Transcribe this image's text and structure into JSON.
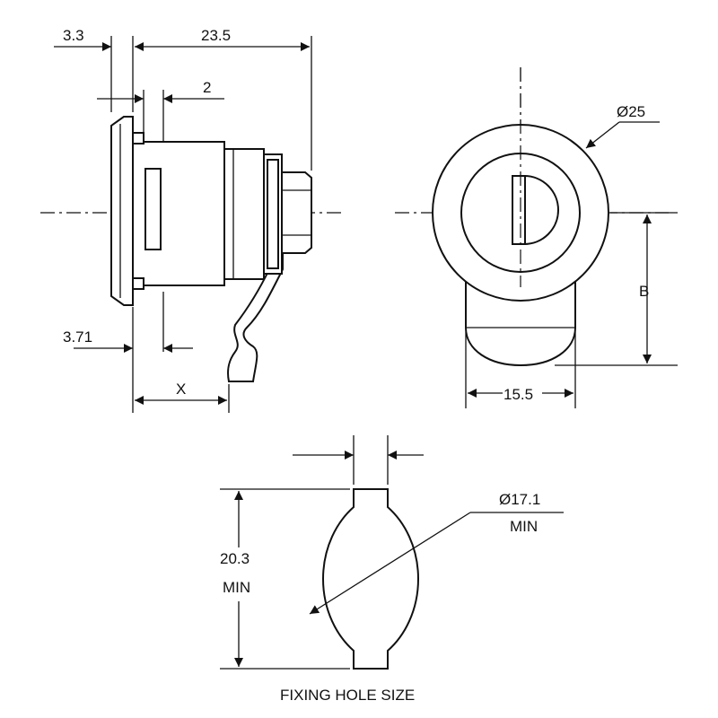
{
  "side_view": {
    "dim_flange": "3.3",
    "dim_length": "23.5",
    "dim_gap": "2",
    "dim_offset": "3.71",
    "dim_x": "X"
  },
  "front_view": {
    "dim_diameter": "Ø25",
    "dim_b": "B",
    "dim_width": "15.5"
  },
  "fixing_hole": {
    "dim_height_value": "20.3",
    "dim_height_unit": "MIN",
    "dim_diameter_value": "Ø17.1",
    "dim_diameter_unit": "MIN",
    "caption": "FIXING HOLE SIZE"
  },
  "colors": {
    "line": "#111111",
    "background": "#ffffff"
  }
}
